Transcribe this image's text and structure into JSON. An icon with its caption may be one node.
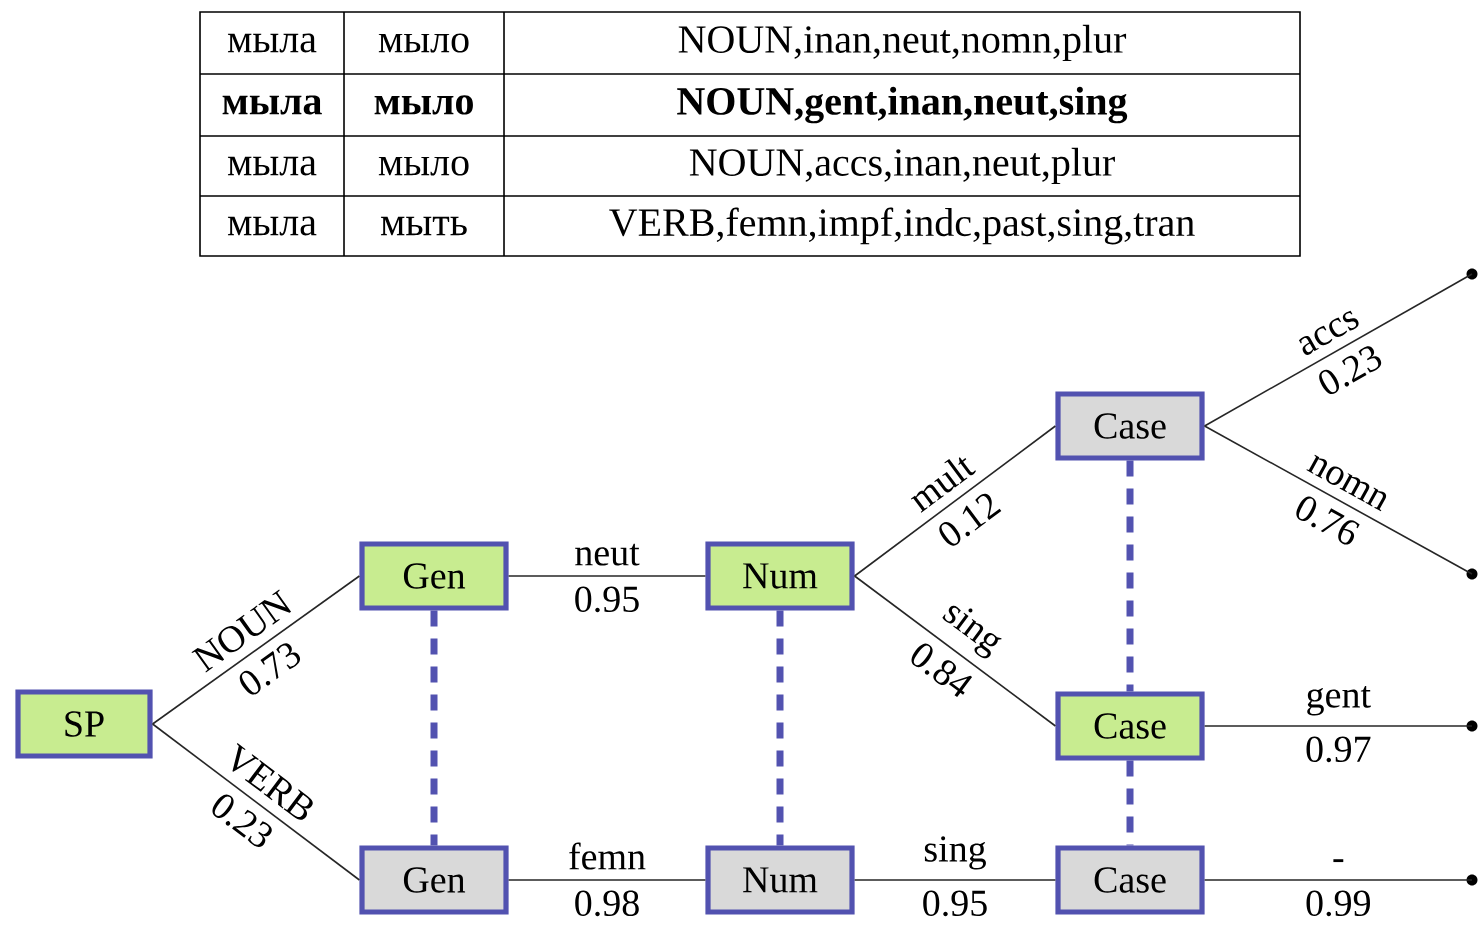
{
  "diagram": {
    "nodes": [
      {
        "text": [
          "SP"
        ]
      },
      {
        "text": [
          "Gen"
        ]
      },
      {
        "text": [
          "Gen"
        ]
      },
      {
        "text": [
          "Num"
        ]
      },
      {
        "text": [
          "Num"
        ]
      },
      {
        "text": [
          "Case"
        ]
      },
      {
        "text": [
          "Case"
        ]
      },
      {
        "text": [
          "Case"
        ]
      },
      {
        "text": [],
        "shape": "circle"
      },
      {
        "text": [],
        "shape": "circle"
      },
      {
        "text": [],
        "shape": "circle"
      },
      {
        "text": [],
        "shape": "circle"
      }
    ],
    "edges": [
      {
        "from": 0,
        "to": 1,
        "arrow": "none",
        "label": "NOUN"
      },
      {
        "from": 0,
        "to": 2,
        "arrow": "none",
        "label": "VERB"
      },
      {
        "from": 1,
        "to": 3,
        "arrow": "none",
        "label": "neut"
      },
      {
        "from": 2,
        "to": 4,
        "arrow": "none",
        "label": "femn"
      },
      {
        "from": 3,
        "to": 5,
        "arrow": "none",
        "label": "mult"
      },
      {
        "from": 3,
        "to": 6,
        "arrow": "none",
        "label": "sing"
      },
      {
        "from": 4,
        "to": 7,
        "arrow": "none",
        "label": "sing"
      },
      {
        "from": 5,
        "to": 8,
        "arrow": "none",
        "label": "accs"
      },
      {
        "from": 5,
        "to": 9,
        "arrow": "none",
        "label": "nomn"
      },
      {
        "from": 6,
        "to": 10,
        "arrow": "none",
        "label": "gent"
      },
      {
        "from": 7,
        "to": 11,
        "arrow": "none",
        "label": "-"
      },
      {
        "from": 1,
        "to": 2,
        "arrow": "none",
        "style": "dashed",
        "color": "#5252b0"
      },
      {
        "from": 3,
        "to": 4,
        "arrow": "none",
        "style": "dashed",
        "color": "#5252b0"
      },
      {
        "from": 5,
        "to": 6,
        "arrow": "none",
        "style": "dashed",
        "color": "#5252b0"
      },
      {
        "from": 6,
        "to": 7,
        "arrow": "none",
        "style": "dashed",
        "color": "#5252b0"
      }
    ],
    "labels": [
      "мыла",
      "мыло",
      "NOUN,inan,neut,nomn,plur",
      "мыла",
      "мыло",
      "NOUN,gent,inan,neut,sing",
      "мыла",
      "мыло",
      "NOUN,accs,inan,neut,plur",
      "мыла",
      "мыть",
      "VERB,femn,impf,indc,past,sing,tran",
      "0.73",
      "0.23",
      "0.95",
      "0.98",
      "0.12",
      "0.84",
      "0.95",
      "0.23",
      "0.76",
      "0.97",
      "0.99"
    ]
  }
}
